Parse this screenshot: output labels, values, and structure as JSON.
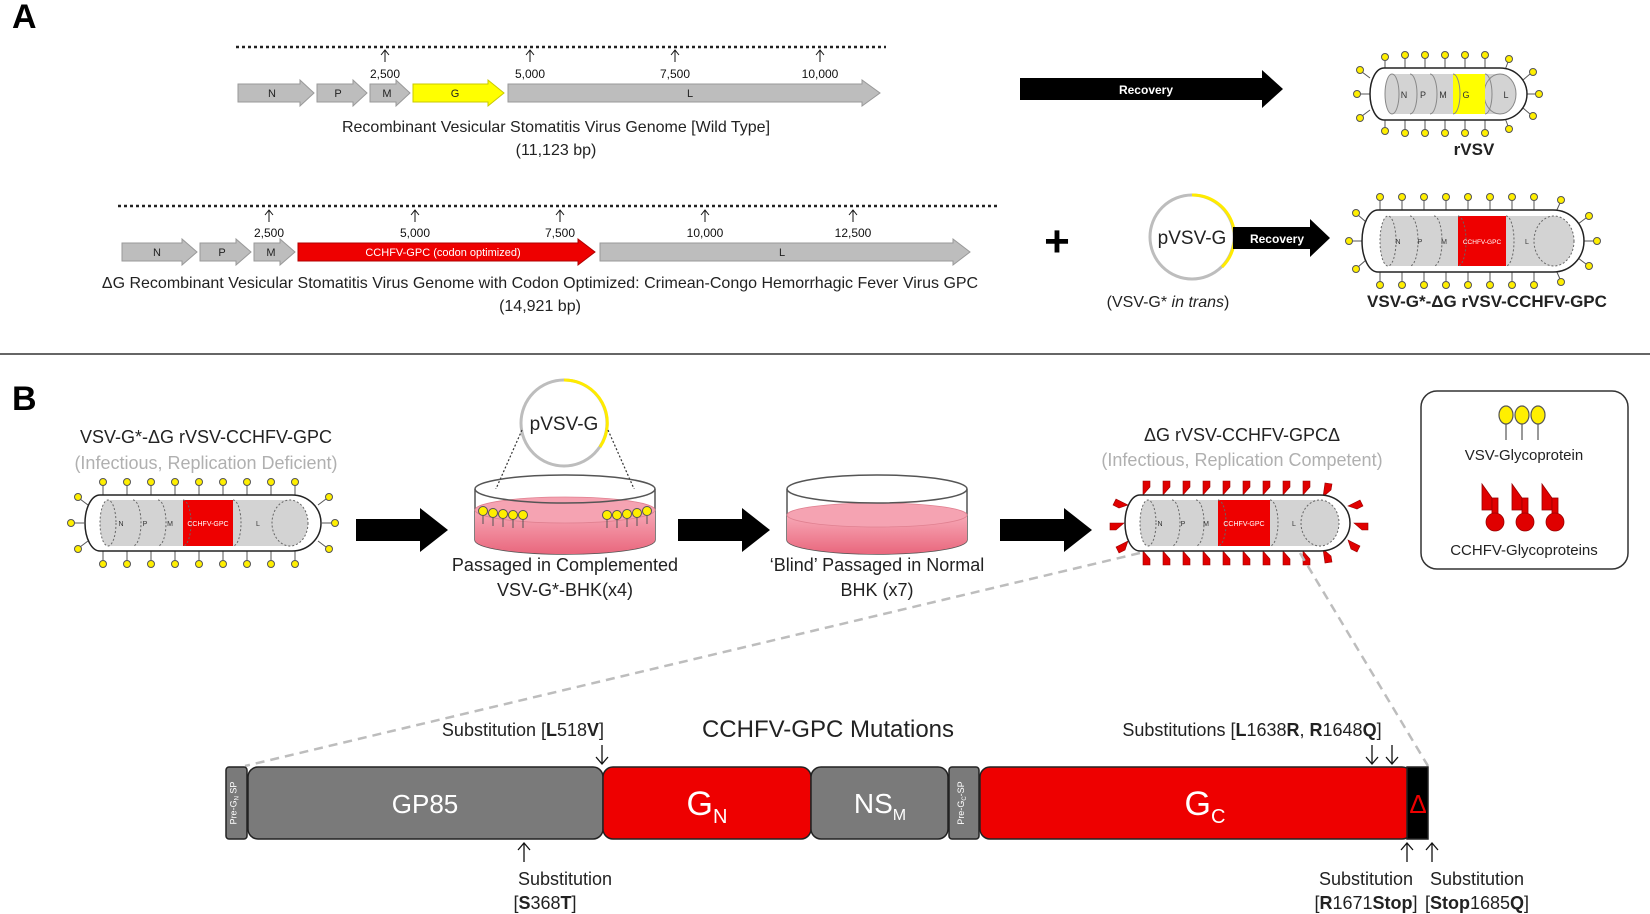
{
  "panels": {
    "a": "A",
    "b": "B"
  },
  "colors": {
    "vsv_g": "#ffff00",
    "cchfv": "#ee0000",
    "gene_grey": "#bdbdbd",
    "segment_grey": "#7a7a7a"
  },
  "panel_a": {
    "wt": {
      "ticks": [
        "2,500",
        "5,000",
        "7,500",
        "10,000"
      ],
      "genes": [
        "N",
        "P",
        "M",
        "G",
        "L"
      ],
      "title": "Recombinant Vesicular Stomatitis Virus Genome [Wild Type]",
      "size": "(11,123 bp)"
    },
    "dg": {
      "ticks": [
        "2,500",
        "5,000",
        "7,500",
        "10,000",
        "12,500"
      ],
      "genes": [
        "N",
        "P",
        "M",
        "CCHFV-GPC (codon optimized)",
        "L"
      ],
      "title": "ΔG  Recombinant Vesicular Stomatitis Virus Genome with Codon Optimized: Crimean-Congo Hemorrhagic Fever Virus GPC",
      "size": "(14,921 bp)"
    },
    "recovery": "Recovery",
    "rvsv": "rVSV",
    "plus": "+",
    "plasmid": "pVSV-G",
    "plasmid_caption_a": "(VSV-G* ",
    "plasmid_caption_b": "in trans",
    "plasmid_caption_c": ")",
    "vsvg_dg": "VSV-G*-ΔG rVSV-CCHFV-GPC"
  },
  "panel_b": {
    "cchfv_short": "CCHFV-GPC",
    "virion1_title": "VSV-G*-ΔG rVSV-CCHFV-GPC",
    "virion1_sub": "(Infectious, Replication Deficient)",
    "dish1_l1": "Passaged in Complemented",
    "dish1_l2": "VSV-G*-BHK(x4)",
    "dish2_l1": "‘Blind’ Passaged in Normal",
    "dish2_l2": "BHK (x7)",
    "virion2_title": "ΔG rVSV-CCHFV-GPCΔ",
    "virion2_sub": "(Infectious, Replication Competent)",
    "legend_vsv": "VSV-Glycoprotein",
    "legend_cchfv": "CCHFV-Glycoproteins",
    "gpc_title": "CCHFV-GPC Mutations",
    "seg_pregn_a": "Pre-G",
    "seg_pregn_sub": "N",
    "seg_pregn_b": " SP",
    "seg_gp85": "GP85",
    "seg_gn_main": "G",
    "seg_gn_sub": "N",
    "seg_nsm_main": "NS",
    "seg_nsm_sub": "M",
    "seg_pregc_a": "Pre-G",
    "seg_pregc_sub": "C",
    "seg_pregc_b": "-SP",
    "seg_gc_main": "G",
    "seg_gc_sub": "C",
    "seg_delta": "Δ",
    "mut_l518v": {
      "pre": "Substitution [",
      "b1": "L",
      "mid": "518",
      "b2": "V",
      "post": "]"
    },
    "mut_l1638r": {
      "pre": "Substitutions [",
      "b1": "L",
      "mid1": "1638",
      "b2": "R",
      "mid2": ", ",
      "b3": "R",
      "mid3": "1648",
      "b4": "Q",
      "post": "]"
    },
    "mut_s368t": {
      "l1": "Substitution",
      "pre": "[",
      "b1": "S",
      "mid": "368",
      "b2": "T",
      "post": "]"
    },
    "mut_r1671": {
      "l1": "Substitution",
      "pre": "[",
      "b1": "R",
      "mid": "1671",
      "b2": "Stop",
      "post": "]"
    },
    "mut_stop1685": {
      "l1": "Substitution",
      "pre": "[",
      "b1": "Stop",
      "mid": "1685",
      "b2": "Q",
      "post": "]"
    }
  }
}
